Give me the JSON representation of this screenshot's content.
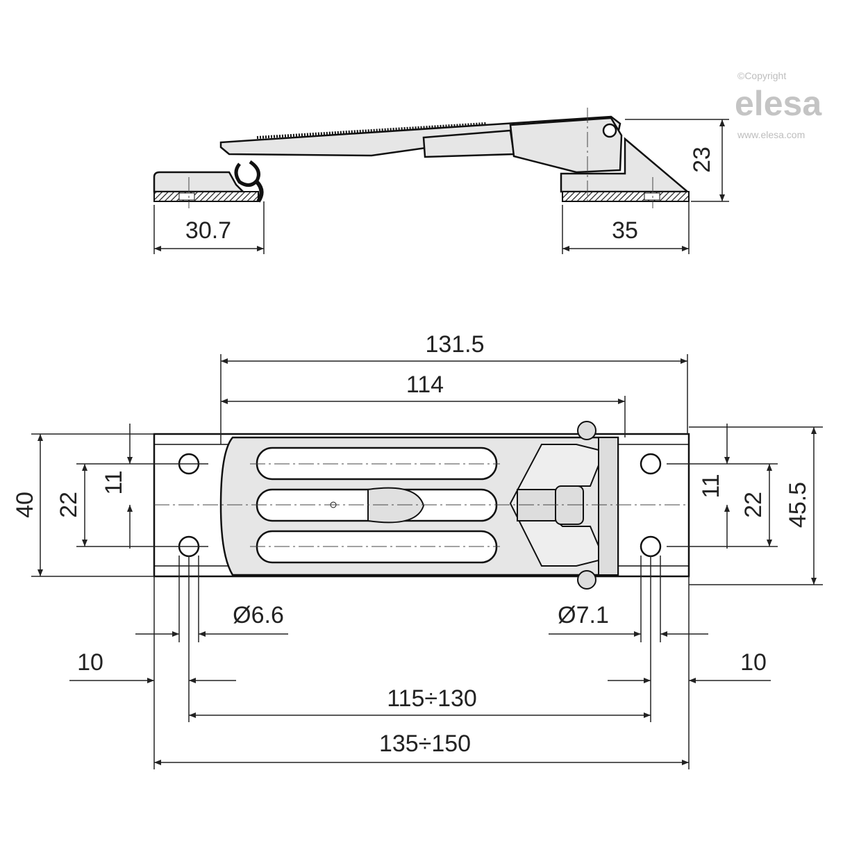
{
  "logo": {
    "copyright": "©Copyright",
    "brand": "elesa",
    "url": "www.elesa.com"
  },
  "side_view": {
    "dims": {
      "base_left": "30.7",
      "base_right": "35",
      "height": "23"
    }
  },
  "top_view": {
    "dims": {
      "overall_length": "131.5",
      "hinge_length": "114",
      "width_left": "40",
      "hole_pitch_left": "22",
      "half_pitch_left": "11",
      "half_pitch_right": "11",
      "hole_pitch_right": "22",
      "width_right": "45.5",
      "hole_dia_left": "Ø6.6",
      "hole_dia_right": "Ø7.1",
      "edge_left": "10",
      "edge_right": "10",
      "hole_center_range": "115÷130",
      "overall_range": "135÷150"
    }
  }
}
